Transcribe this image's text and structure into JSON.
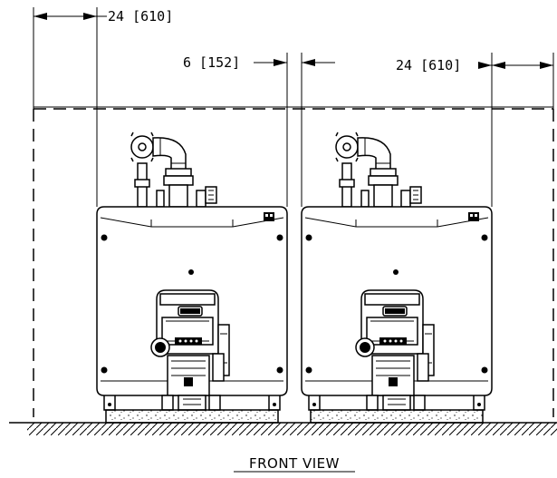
{
  "dimensions": {
    "left_clearance": "24 [610]",
    "between_clearance": "6 [152]",
    "right_clearance": "24 [610]"
  },
  "view_title": "FRONT VIEW"
}
